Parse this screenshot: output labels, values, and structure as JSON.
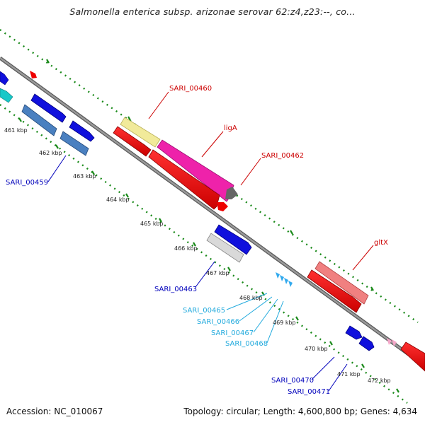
{
  "title": "Salmonella enterica subsp. arizonae serovar 62:z4,z23:--, co...",
  "footer": {
    "accession": "Accession: NC_010067",
    "topology": "Topology: circular; Length: 4,600,800 bp; Genes: 4,634"
  },
  "scale_labels": [
    "461 kbp",
    "462 kbp",
    "463 kbp",
    "464 kbp",
    "465 kbp",
    "466 kbp",
    "467 kbp",
    "468 kbp",
    "469 kbp",
    "470 kbp",
    "471 kbp",
    "472 kbp"
  ],
  "gene_labels": {
    "SARI_00460": "SARI_00460",
    "ligA": "ligA",
    "SARI_00462": "SARI_00462",
    "gltX": "gltX",
    "SARI_00459": "SARI_00459",
    "SARI_00463": "SARI_00463",
    "SARI_00465": "SARI_00465",
    "SARI_00466": "SARI_00466",
    "SARI_00467": "SARI_00467",
    "SARI_00468": "SARI_00468",
    "SARI_00470": "SARI_00470",
    "SARI_00471": "SARI_00471"
  },
  "colors": {
    "backbone": "#888888",
    "tick_green": "#1a8a1a",
    "red_label": "#cc0000",
    "blue_label": "#0000bb",
    "cyan_label": "#22aadd"
  }
}
